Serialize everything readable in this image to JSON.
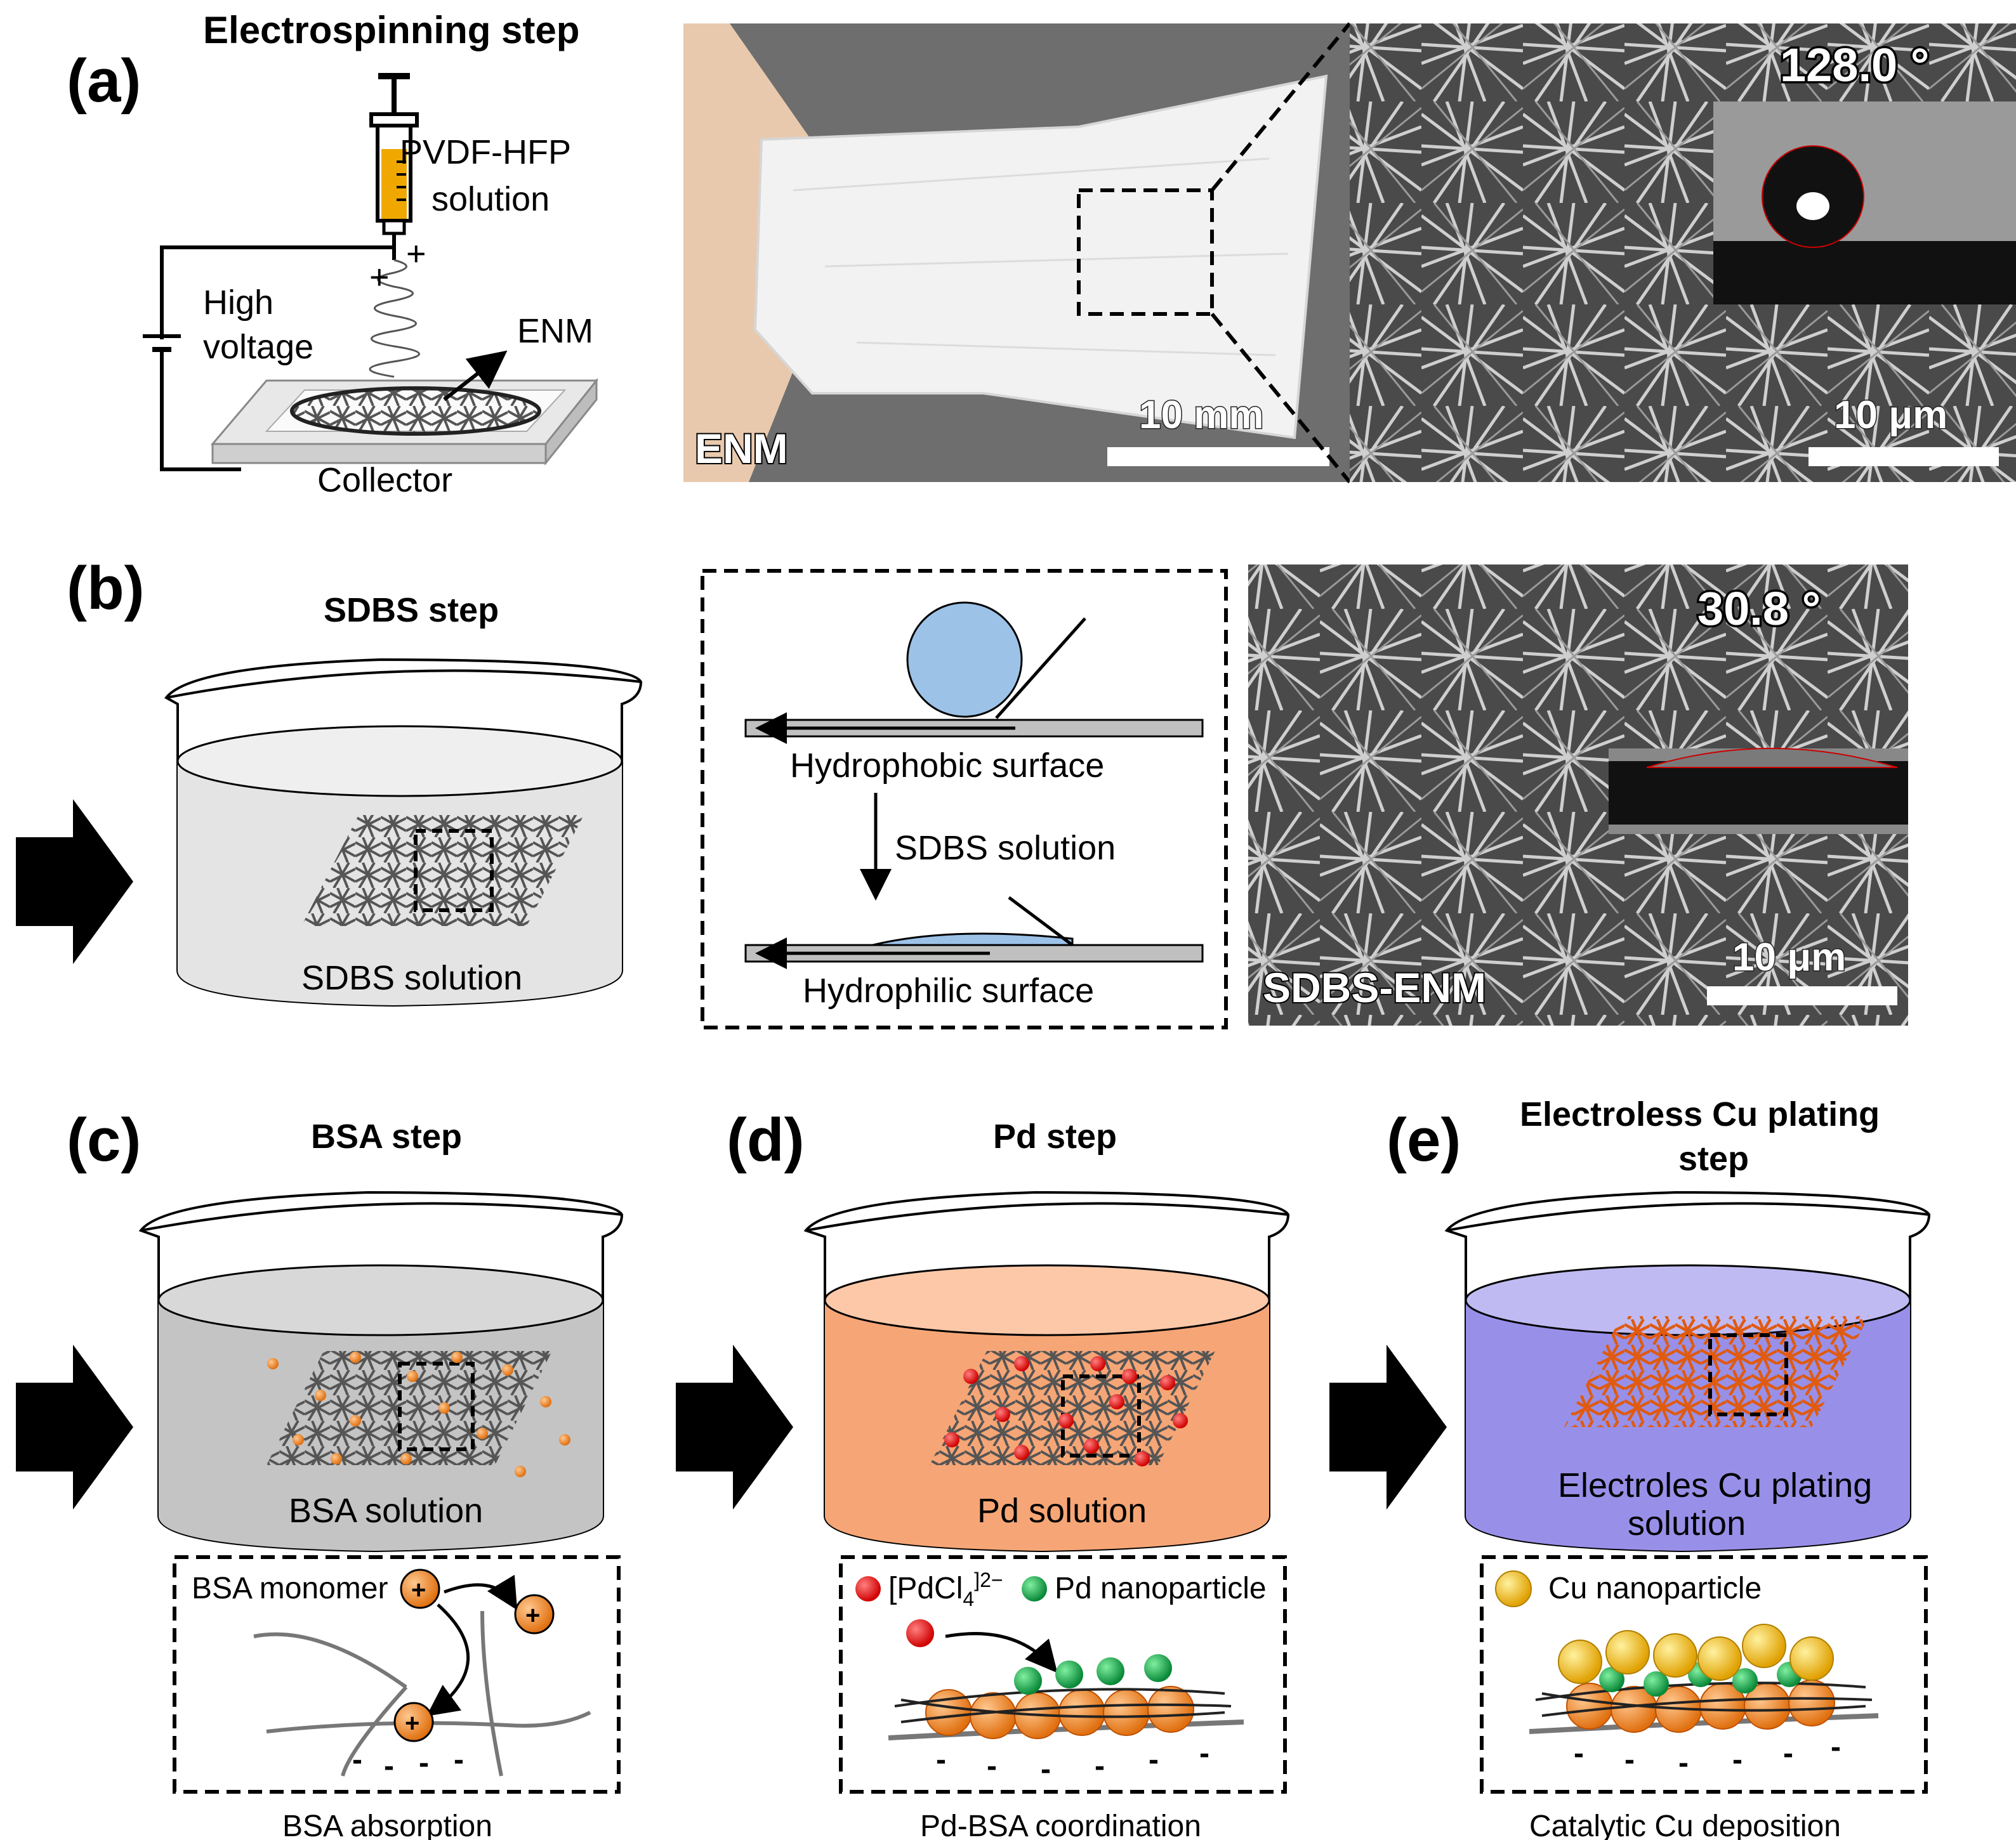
{
  "panels": {
    "a": {
      "label": "(a)",
      "title": "Electrospinning step",
      "syringe_solution": [
        "PVDF-HFP",
        "solution"
      ],
      "voltage": [
        "High",
        "voltage"
      ],
      "enm_label": "ENM",
      "collector": "Collector",
      "plus": "+",
      "photo_label": "ENM",
      "photo_scale": "10 mm",
      "sem_scale": "10 μm",
      "contact_angle": "128.0 °"
    },
    "b": {
      "label": "(b)",
      "title": "SDBS step",
      "solution": "SDBS solution",
      "hydrophobic": "Hydrophobic surface",
      "arrow_text": "SDBS solution",
      "hydrophilic": "Hydrophilic surface",
      "sem_label": "SDBS-ENM",
      "sem_scale": "10 μm",
      "contact_angle": "30.8 °"
    },
    "c": {
      "label": "(c)",
      "title": "BSA step",
      "solution": "BSA solution",
      "inset_label": "BSA monomer",
      "charge": "+",
      "neg": "-",
      "caption": "BSA absorption"
    },
    "d": {
      "label": "(d)",
      "title": "Pd step",
      "solution": "Pd solution",
      "legend_pdcl": "[PdCl",
      "legend_pdcl_sub": "4",
      "legend_pdcl_sup": "]2−",
      "legend_np": "Pd nanoparticle",
      "neg": "-",
      "caption": "Pd-BSA coordination"
    },
    "e": {
      "label": "(e)",
      "title": [
        "Electroless Cu plating",
        "step"
      ],
      "solution": [
        "Electroles  Cu plating",
        "solution"
      ],
      "legend_np": "Cu nanoparticle",
      "neg": "-",
      "caption": "Catalytic  Cu deposition"
    }
  },
  "colors": {
    "syringe_fill": "#f0a800",
    "drop": "#9cc2e8",
    "bsa_particle": "#e87a20",
    "pdcl": "#e01010",
    "pd_np": "#10a040",
    "cu_np": "#f0b800",
    "solution_b": "#e4e4e4",
    "solution_c": "#c4c4c4",
    "solution_d": "#f6a676",
    "solution_e": "#9890e8"
  }
}
